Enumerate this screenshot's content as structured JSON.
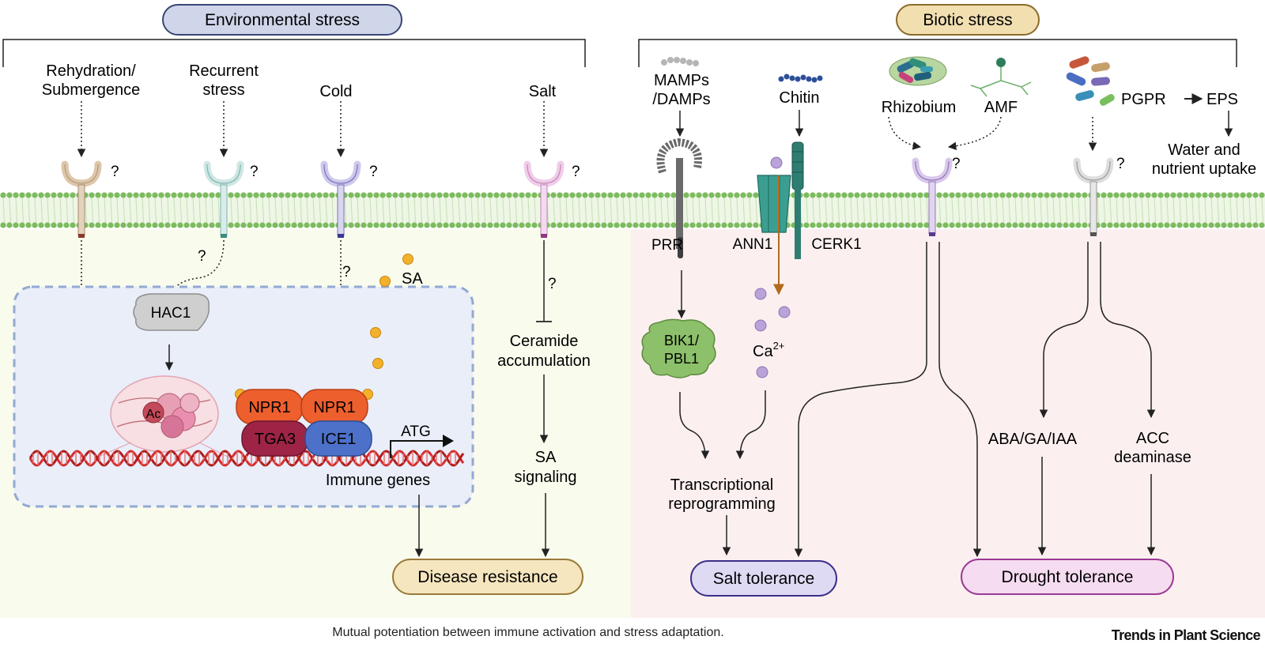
{
  "environmental": {
    "header": "Environmental stress",
    "stimuli": {
      "rehydration": [
        "Rehydration/",
        "Submergence"
      ],
      "recurrent": [
        "Recurrent",
        "stress"
      ],
      "cold": "Cold",
      "salt": "Salt"
    },
    "question": "?",
    "hac1": "HAC1",
    "acetyl": "Ac",
    "sa": "SA",
    "npr1": "NPR1",
    "tga3": "TGA3",
    "ice1": "ICE1",
    "atg": "ATG",
    "immune_genes": "Immune genes",
    "ceramide": [
      "Ceramide",
      "accumulation"
    ],
    "sa_signaling": [
      "SA",
      "signaling"
    ],
    "disease_resistance": "Disease resistance"
  },
  "biotic": {
    "header": "Biotic stress",
    "mamps": [
      "MAMPs",
      "/DAMPs"
    ],
    "chitin": "Chitin",
    "rhizobium": "Rhizobium",
    "amf": "AMF",
    "pgpr": "PGPR",
    "eps": "EPS",
    "water": [
      "Water and",
      "nutrient uptake"
    ],
    "prr": "PRR",
    "ann1": "ANN1",
    "cerk1": "CERK1",
    "bik1": [
      "BIK1/",
      "PBL1"
    ],
    "ca": "Ca",
    "ca_sup": "2+",
    "transcriptional": [
      "Transcriptional",
      "reprogramming"
    ],
    "aba": "ABA/GA/IAA",
    "acc": [
      "ACC",
      "deaminase"
    ],
    "salt_tolerance": "Salt tolerance",
    "drought_tolerance": "Drought tolerance"
  },
  "caption": "Mutual potentiation between immune activation and stress adaptation.",
  "journal": "Trends in Plant Science",
  "colors": {
    "env_header": "#cfd6ea",
    "biotic_header": "#f1dfb0",
    "membrane": "#7cbb5e",
    "dna": "#d62e2e",
    "npr1": "#ee5f2e",
    "tga3": "#9d2445",
    "ice1": "#4d71c8",
    "bik1": "#8cc06a",
    "ca_dot": "#b9a3d8",
    "sa_dot": "#f3b12b"
  }
}
